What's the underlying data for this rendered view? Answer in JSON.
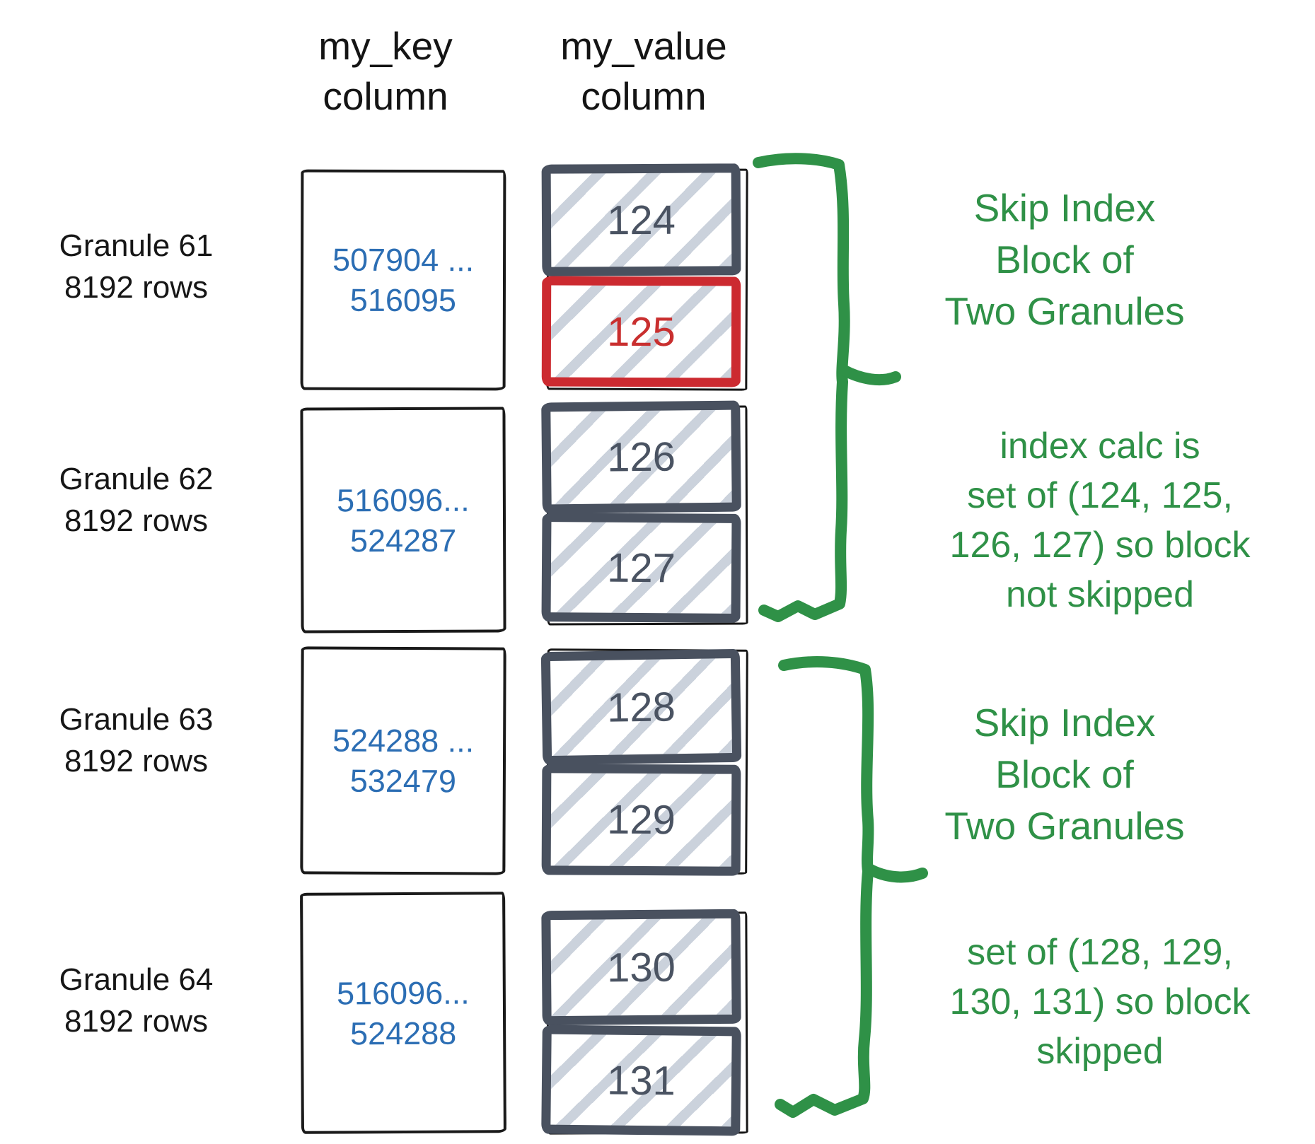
{
  "headers": {
    "key": [
      "my_key",
      "column"
    ],
    "value": [
      "my_value",
      "column"
    ]
  },
  "granules": [
    {
      "label": [
        "Granule 61",
        "8192 rows"
      ],
      "key_range": [
        "507904 ...",
        "516095"
      ],
      "blocks": [
        "124",
        "125"
      ],
      "highlighted_block": "125"
    },
    {
      "label": [
        "Granule 62",
        "8192 rows"
      ],
      "key_range": [
        "516096...",
        "524287"
      ],
      "blocks": [
        "126",
        "127"
      ]
    },
    {
      "label": [
        "Granule 63",
        "8192 rows"
      ],
      "key_range": [
        "524288 ...",
        "532479"
      ],
      "blocks": [
        "128",
        "129"
      ]
    },
    {
      "label": [
        "Granule 64",
        "8192 rows"
      ],
      "key_range": [
        "516096...",
        "524288"
      ],
      "blocks": [
        "130",
        "131"
      ]
    }
  ],
  "annotations": {
    "brace1_label": {
      "lines": [
        "Skip Index",
        "Block of",
        "Two Granules"
      ]
    },
    "brace1_sub": {
      "lines": [
        "index calc is",
        "set of (124, 125,",
        "126, 127) so block",
        "not skipped"
      ]
    },
    "brace2_label": {
      "lines": [
        "Skip Index",
        "Block of",
        "Two Granules"
      ]
    },
    "brace2_sub": {
      "lines": [
        "set of (128, 129,",
        "130, 131) so block",
        "skipped"
      ]
    }
  },
  "colors": {
    "annotation_green": "#2f9147",
    "key_text_blue": "#2c6eb4",
    "highlight_red": "#cc2a30",
    "block_border_slate": "#49515f",
    "hatch_gray": "#cbd2dc",
    "sketch_black": "#161616"
  }
}
